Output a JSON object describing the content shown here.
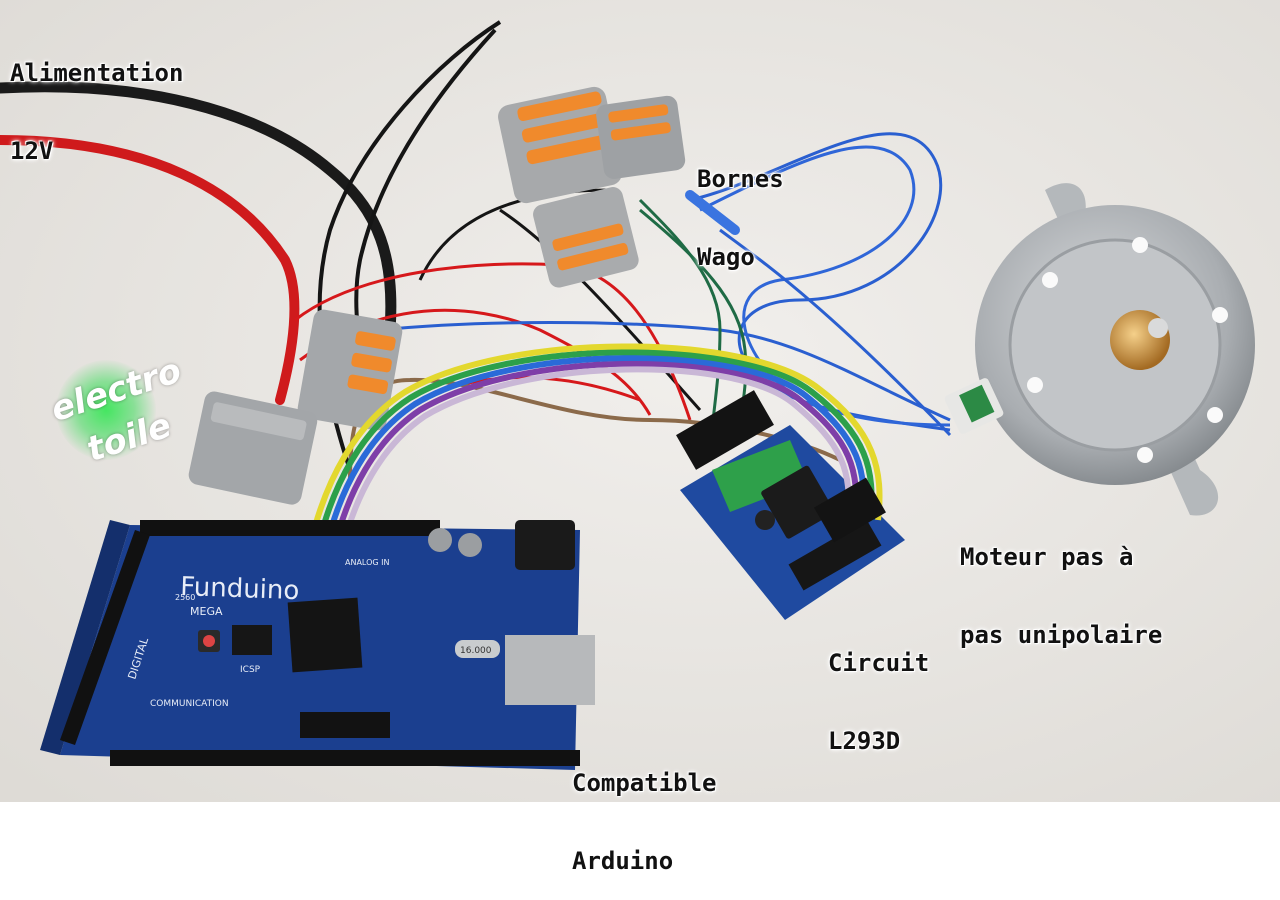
{
  "labels": {
    "power": [
      "Alimentation",
      "12V"
    ],
    "wago": [
      "Bornes",
      "Wago"
    ],
    "motor": [
      "Moteur pas à",
      "pas unipolaire"
    ],
    "driver": [
      "Circuit",
      "L293D"
    ],
    "arduino": [
      "Compatible",
      "Arduino"
    ]
  },
  "logo": {
    "line1": "electro",
    "line2": "toile"
  },
  "board": {
    "brand": "Funduino",
    "model": "MEGA",
    "model_number": "2560",
    "crystal": "16.000",
    "header_digital": "DIGITAL",
    "header_communication": "COMMUNICATION",
    "header_analog": "ANALOG IN",
    "icsp": "ICSP"
  },
  "colors": {
    "background": "#ebe9e6",
    "board_blue": "#1b3f8f",
    "driver_blue": "#1f4aa0",
    "wire_red": "#d4161b",
    "wire_black": "#1a1a1a",
    "wire_blue": "#2a5fd0",
    "wago_orange": "#f08a2c",
    "terminal_green": "#2ea04a",
    "logo_glow": "#3ce65a"
  }
}
